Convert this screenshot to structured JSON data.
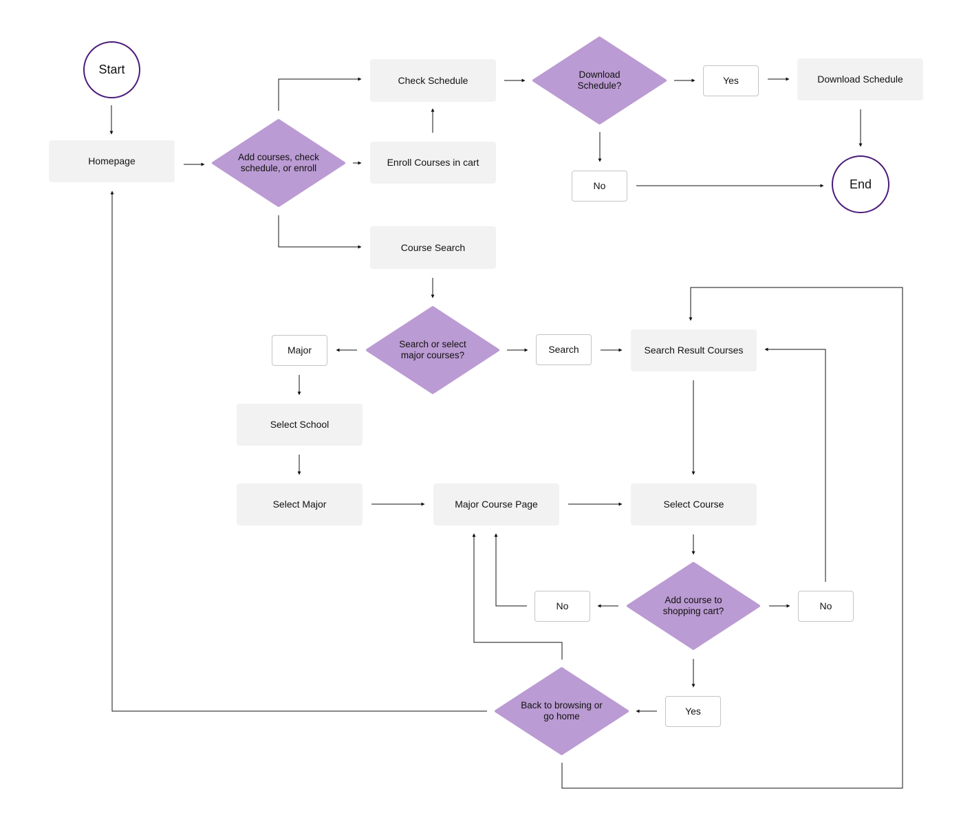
{
  "nodes": {
    "start": "Start",
    "homepage": "Homepage",
    "decision_main": "Add courses, check schedule, or enroll",
    "check_schedule": "Check Schedule",
    "enroll_cart": "Enroll Courses in cart",
    "course_search": "Course Search",
    "decision_download": "Download Schedule?",
    "yes_download": "Yes",
    "download_schedule": "Download Schedule",
    "no_download": "No",
    "end": "End",
    "decision_search": "Search or select major courses?",
    "major": "Major",
    "search": "Search",
    "search_results": "Search Result Courses",
    "select_school": "Select School",
    "select_major": "Select Major",
    "major_course_page": "Major Course Page",
    "select_course": "Select Course",
    "decision_add": "Add course to shopping cart?",
    "no_left": "No",
    "no_right": "No",
    "yes_add": "Yes",
    "decision_back": "Back to browsing or go home"
  },
  "colors": {
    "decision_fill": "#bb9bd3",
    "process_fill": "#f2f2f2",
    "terminal_border": "#4b1a7a",
    "answer_border": "#c4c4c4",
    "connector": "#111111"
  }
}
